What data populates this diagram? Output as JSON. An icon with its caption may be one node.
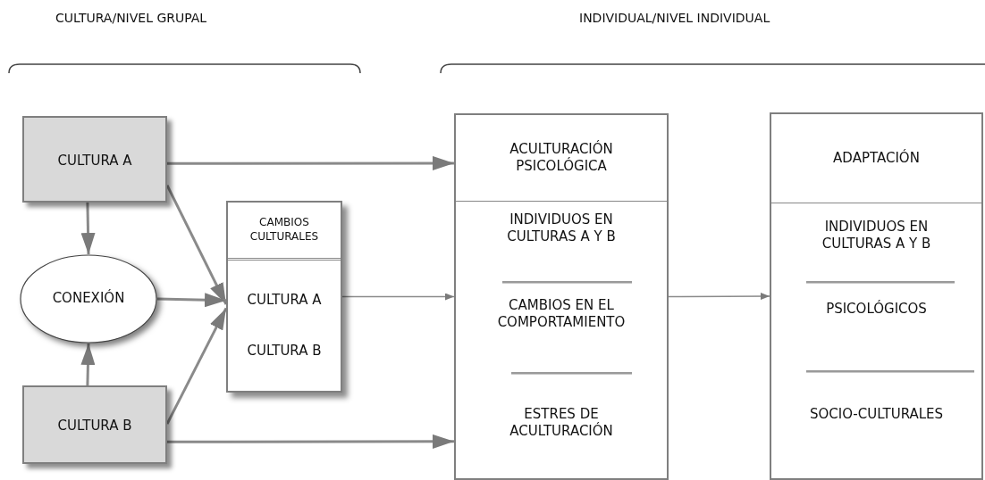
{
  "diagram": {
    "nodes": [
      {
        "text": [
          "CULTURA A"
        ]
      },
      {
        "text": [
          "CONEXIÓN"
        ]
      },
      {
        "text": [
          "CULTURA B"
        ]
      },
      {
        "text": [
          "CAMBIOS CULTURALES",
          "CULTURA A",
          "CULTURA B"
        ]
      },
      {
        "text": [
          "ACULTURACIÓN PSICOLÓGICA",
          "INDIVIDUOS EN CULTURAS A Y B",
          "CAMBIOS EN EL COMPORTAMIENTO",
          "ESTRES DE ACULTURACIÓN"
        ]
      },
      {
        "text": [
          "ADAPTACIÓN",
          "INDIVIDUOS EN CULTURAS A Y B",
          "PSICOLÓGICOS",
          "SOCIO-CULTURALES"
        ]
      }
    ],
    "edges": [
      {
        "from": 0,
        "to": 4,
        "arrow": "to"
      },
      {
        "from": 0,
        "to": 1,
        "arrow": "to"
      },
      {
        "from": 2,
        "to": 1,
        "arrow": "to"
      },
      {
        "from": 0,
        "to": 3,
        "arrow": "to"
      },
      {
        "from": 1,
        "to": 3,
        "arrow": "to"
      },
      {
        "from": 2,
        "to": 3,
        "arrow": "to"
      },
      {
        "from": 2,
        "to": 4,
        "arrow": "to"
      },
      {
        "from": 3,
        "to": 4,
        "arrow": "to"
      },
      {
        "from": 4,
        "to": 5,
        "arrow": "to"
      }
    ],
    "labels": [
      "CULTURA/NIVEL GRUPAL",
      "INDIVIDUAL/NIVEL INDIVIDUAL"
    ]
  }
}
